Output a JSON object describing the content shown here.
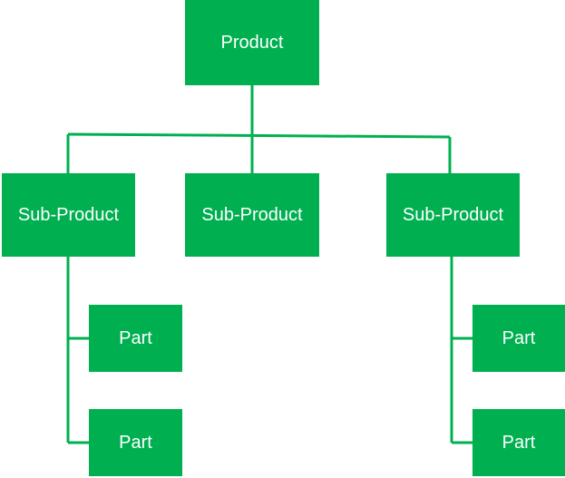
{
  "colors": {
    "node_fill": "#00b050",
    "connector": "#00b050",
    "text": "#ffffff"
  },
  "nodes": {
    "product": "Product",
    "sub_products": [
      "Sub-Product",
      "Sub-Product",
      "Sub-Product"
    ],
    "parts": [
      "Part",
      "Part",
      "Part",
      "Part"
    ]
  }
}
